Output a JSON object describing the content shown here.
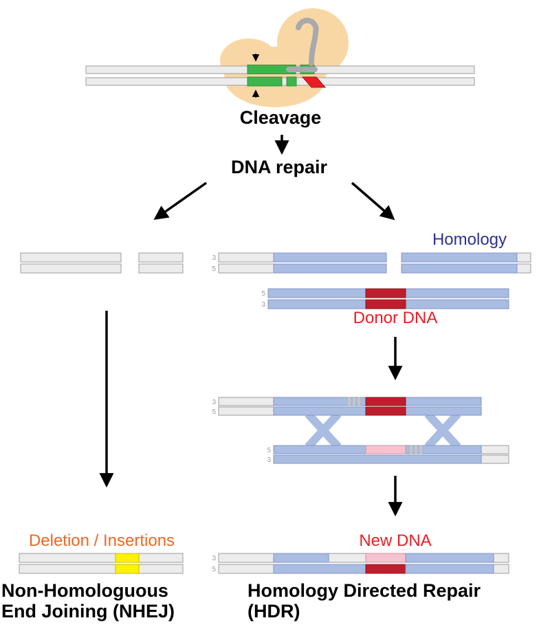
{
  "labels": {
    "cleavage": "Cleavage",
    "dna_repair": "DNA repair",
    "homology": "Homology",
    "donor_dna": "Donor DNA",
    "new_dna": "New DNA",
    "deletion_insertions": "Deletion / Insertions",
    "nhej_line1": "Non-Homologuous",
    "nhej_line2": "End Joining (NHEJ)",
    "hdr_line1": "Homology Directed Repair",
    "hdr_line2": "(HDR)"
  },
  "strand_labels": {
    "hdr_frag_top": "3",
    "hdr_frag_bottom": "5",
    "donor_top": "5",
    "donor_bottom": "3",
    "junction_upper_top": "3",
    "junction_upper_bottom": "5",
    "junction_lower_top": "5",
    "junction_lower_bottom": "3",
    "final_top": "3",
    "final_bottom": "5"
  },
  "colors": {
    "peach": "#F9D7A5",
    "gray_rna": "#A7A9AC",
    "dna_gray_fill": "#ECECEC",
    "dna_gray_stroke": "#9B9B9B",
    "green": "#3DB54A",
    "red_bright": "#ED1C24",
    "red_dark": "#BE1E2D",
    "pink": "#F6C2D0",
    "blue_fill": "#A9BCE2",
    "blue_stroke": "#8394C8",
    "navy_text": "#2E3192",
    "orange_text": "#F26522",
    "yellow": "#FFF200"
  },
  "icons": {
    "arrows": "black straight arrows indicating process flow",
    "cas9": "peach Cas9 protein blob with gray sgRNA hairpin"
  }
}
